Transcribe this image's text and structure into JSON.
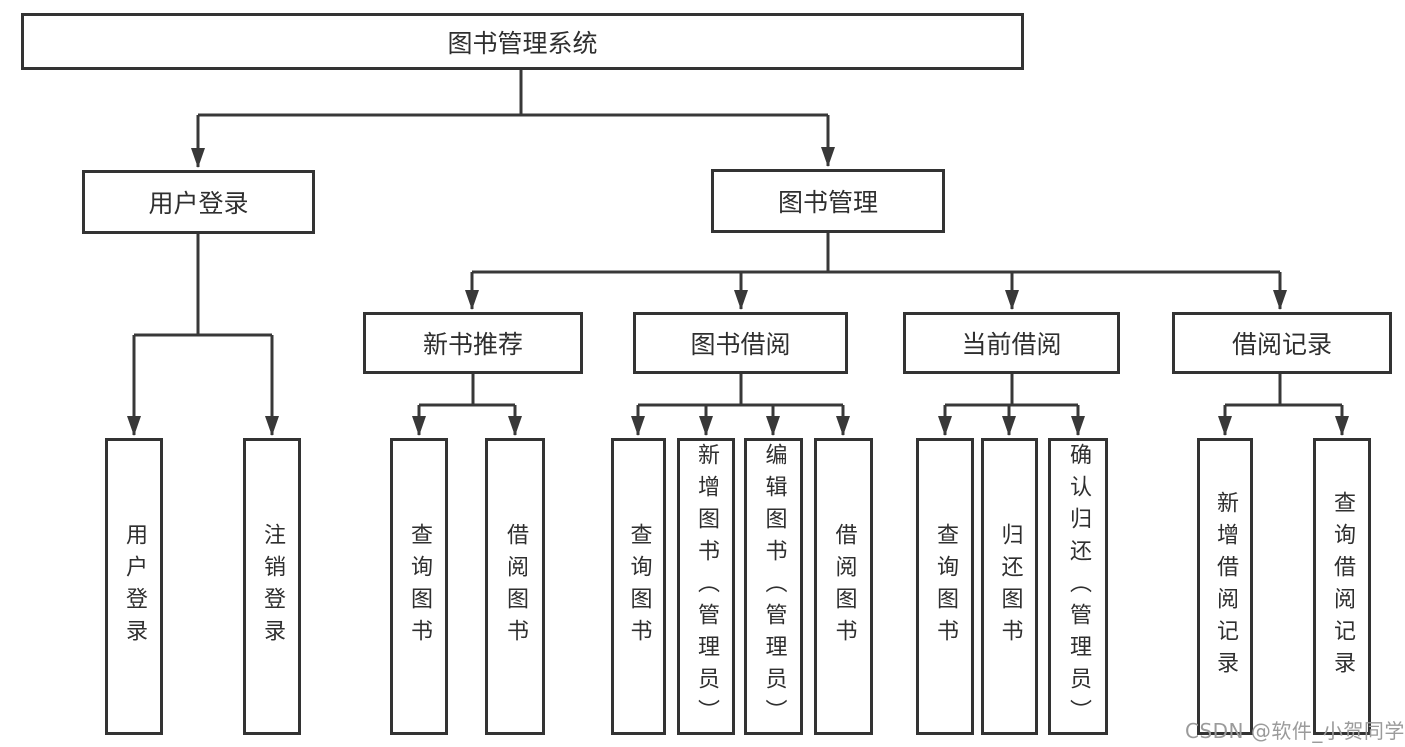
{
  "root": {
    "label": "图书管理系统"
  },
  "user_login": {
    "label": "用户登录",
    "children": [
      {
        "label": "用户登录"
      },
      {
        "label": "注销登录"
      }
    ]
  },
  "book_mgmt": {
    "label": "图书管理",
    "sections": [
      {
        "label": "新书推荐",
        "children": [
          {
            "label": "查询图书"
          },
          {
            "label": "借阅图书"
          }
        ]
      },
      {
        "label": "图书借阅",
        "children": [
          {
            "label": "查询图书"
          },
          {
            "label": "新增图书（管理员）"
          },
          {
            "label": "编辑图书（管理员）"
          },
          {
            "label": "借阅图书"
          }
        ]
      },
      {
        "label": "当前借阅",
        "children": [
          {
            "label": "查询图书"
          },
          {
            "label": "归还图书"
          },
          {
            "label": "确认归还（管理员）"
          }
        ]
      },
      {
        "label": "借阅记录",
        "children": [
          {
            "label": "新增借阅记录"
          },
          {
            "label": "查询借阅记录"
          }
        ]
      }
    ]
  },
  "watermark": {
    "text": "CSDN @软件_小贺同学"
  },
  "colors": {
    "line": "#383838",
    "box_border": "#333333",
    "text": "#2f2f2f",
    "watermark": "#9b9b9b",
    "background": "#ffffff"
  }
}
